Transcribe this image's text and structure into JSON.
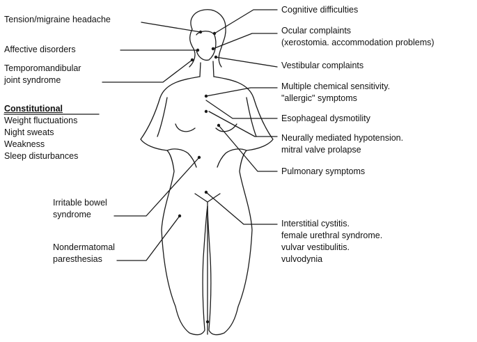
{
  "labels_left": {
    "tension": "Tension/migraine headache",
    "affective": "Affective disorders",
    "tmj_1": "Temporomandibular",
    "tmj_2": "joint syndrome",
    "ibs_1": "Irritable bowel",
    "ibs_2": "syndrome",
    "paresthesias_1": "Nondermatomal",
    "paresthesias_2": "paresthesias"
  },
  "constitutional": {
    "heading": "Constitutional",
    "items": [
      "Weight fluctuations",
      "Night sweats",
      "Weakness",
      "Sleep disturbances"
    ]
  },
  "labels_right": {
    "cognitive": "Cognitive difficulties",
    "ocular_1": "Ocular complaints",
    "ocular_2": "(xerostomia. accommodation problems)",
    "vestibular": "Vestibular complaints",
    "mcs_1": "Multiple chemical sensitivity.",
    "mcs_2": "\"allergic\" symptoms",
    "esophageal": "Esophageal dysmotility",
    "nmh_1": "Neurally mediated hypotension.",
    "nmh_2": "mitral valve prolapse",
    "pulmonary": "Pulmonary symptoms",
    "ic_1": "Interstitial cystitis.",
    "ic_2": "female urethral syndrome.",
    "ic_3": "vulvar vestibulitis.",
    "ic_4": "vulvodynia"
  }
}
